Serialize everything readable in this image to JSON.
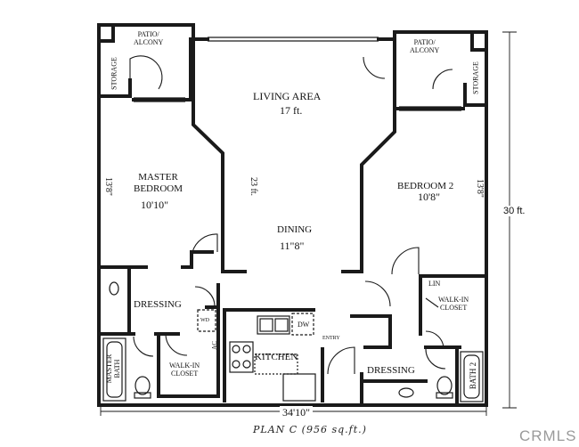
{
  "plan": {
    "caption": "PLAN C (956 sq.ft.)",
    "watermark": "CRMLS"
  },
  "rooms": {
    "patio_left": "PATIO/\nALCONY",
    "patio_right": "PATIO/\nALCONY",
    "storage_left": "STORAGE",
    "storage_right": "STORAGE",
    "living_area": "LIVING AREA",
    "living_area_size": "17 ft.",
    "master_bedroom": "MASTER\nBEDROOM",
    "master_bedroom_size": "10'10\"",
    "bedroom2": "BEDROOM 2",
    "bedroom2_size": "10'8\"",
    "dining": "DINING",
    "dining_size": "11\"8\"",
    "dressing_left": "DRESSING",
    "dressing_right": "DRESSING",
    "kitchen": "KITCHEN",
    "walkin_left": "WALK-IN\nCLOSET",
    "walkin_right": "WALK-IN\nCLOSET",
    "master_bath": "MASTER\nBATH",
    "bath2": "BATH 2",
    "lin": "LIN",
    "entry": "ENTRY",
    "wd": "WD",
    "dw": "DW",
    "ac": "AC"
  },
  "dimensions": {
    "master_height": "13'8\"",
    "bedroom2_height": "13'8\"",
    "living_depth": "23 ft.",
    "total_height": "30 ft.",
    "total_width": "34'10\""
  }
}
